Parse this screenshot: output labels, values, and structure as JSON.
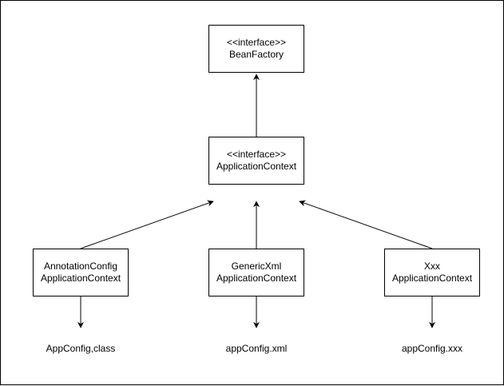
{
  "diagram": {
    "nodes": {
      "bean_factory": {
        "stereotype": "<<interface>>",
        "name": "BeanFactory"
      },
      "application_context": {
        "stereotype": "<<interface>>",
        "name": "ApplicationContext"
      },
      "annotation_config": {
        "line1": "AnnotationConfig",
        "line2": "ApplicationContext"
      },
      "generic_xml": {
        "line1": "GenericXml",
        "line2": "ApplicationContext"
      },
      "xxx": {
        "line1": "Xxx",
        "line2": "ApplicationContext"
      }
    },
    "config_labels": {
      "annotation": "AppConfig,class",
      "xml": "appConfig.xml",
      "xxx": "appConfig.xxx"
    },
    "edges": [
      {
        "from": "application_context",
        "to": "bean_factory",
        "style": "solid-arrow"
      },
      {
        "from": "annotation_config",
        "to": "application_context",
        "style": "solid-arrow"
      },
      {
        "from": "generic_xml",
        "to": "application_context",
        "style": "solid-arrow"
      },
      {
        "from": "xxx",
        "to": "application_context",
        "style": "solid-arrow"
      },
      {
        "from": "annotation_config",
        "to": "annotation_config_label",
        "style": "solid-arrow"
      },
      {
        "from": "generic_xml",
        "to": "generic_xml_label",
        "style": "solid-arrow"
      },
      {
        "from": "xxx",
        "to": "xxx_label",
        "style": "solid-arrow"
      }
    ],
    "line_color": "#000000",
    "background_color": "#ffffff"
  }
}
